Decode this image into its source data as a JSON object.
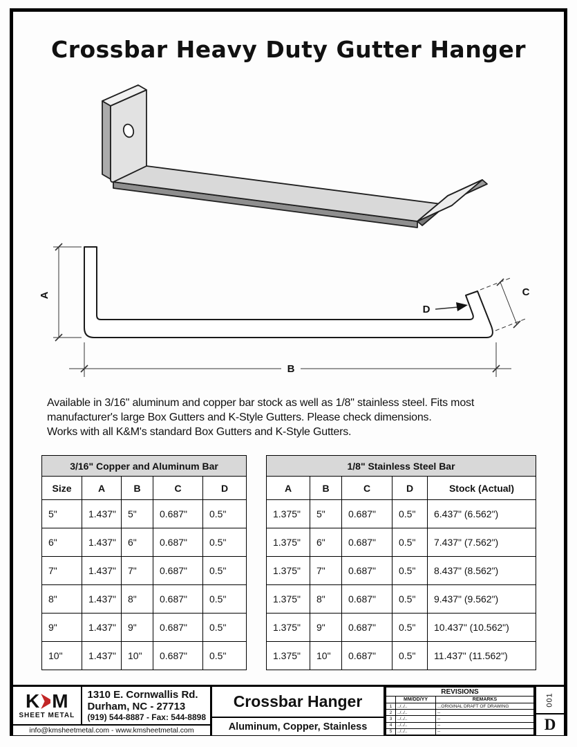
{
  "title": "Crossbar Heavy Duty Gutter Hanger",
  "description": {
    "line1": "Available in 3/16\" aluminum and copper bar stock as well as 1/8\" stainless steel. Fits most",
    "line2": "manufacturer's large Box Gutters and K-Style Gutters. Please check dimensions.",
    "line3": "Works with all K&M's standard Box Gutters and K-Style Gutters."
  },
  "profile": {
    "dims": {
      "a": "A",
      "b": "B",
      "c": "C",
      "d": "D"
    }
  },
  "tables": {
    "copper_aluminum": {
      "title": "3/16\" Copper and Aluminum Bar",
      "headers": [
        "Size",
        "A",
        "B",
        "C",
        "D"
      ],
      "rows": [
        [
          "5\"",
          "1.437\"",
          "5\"",
          "0.687\"",
          "0.5\""
        ],
        [
          "6\"",
          "1.437\"",
          "6\"",
          "0.687\"",
          "0.5\""
        ],
        [
          "7\"",
          "1.437\"",
          "7\"",
          "0.687\"",
          "0.5\""
        ],
        [
          "8\"",
          "1.437\"",
          "8\"",
          "0.687\"",
          "0.5\""
        ],
        [
          "9\"",
          "1.437\"",
          "9\"",
          "0.687\"",
          "0.5\""
        ],
        [
          "10\"",
          "1.437\"",
          "10\"",
          "0.687\"",
          "0.5\""
        ]
      ]
    },
    "stainless": {
      "title": "1/8\" Stainless Steel Bar",
      "headers": [
        "A",
        "B",
        "C",
        "D",
        "Stock (Actual)"
      ],
      "rows": [
        [
          "1.375\"",
          "5\"",
          "0.687\"",
          "0.5\"",
          "6.437\" (6.562\")"
        ],
        [
          "1.375\"",
          "6\"",
          "0.687\"",
          "0.5\"",
          "7.437\" (7.562\")"
        ],
        [
          "1.375\"",
          "7\"",
          "0.687\"",
          "0.5\"",
          "8.437\" (8.562\")"
        ],
        [
          "1.375\"",
          "8\"",
          "0.687\"",
          "0.5\"",
          "9.437\" (9.562\")"
        ],
        [
          "1.375\"",
          "9\"",
          "0.687\"",
          "0.5\"",
          "10.437\" (10.562\")"
        ],
        [
          "1.375\"",
          "10\"",
          "0.687\"",
          "0.5\"",
          "11.437\" (11.562\")"
        ]
      ]
    }
  },
  "footer": {
    "logo": {
      "k": "K",
      "m": "M",
      "sub": "SHEET METAL"
    },
    "address1": "1310 E. Cornwallis Rd.",
    "address2": "Durham, NC - 27713",
    "phone": "(919) 544-8887 - Fax: 544-8898",
    "email_web": "info@kmsheetmetal.com - www.kmsheetmetal.com",
    "doc_title": "Crossbar Hanger",
    "doc_subtitle": "Aluminum, Copper, Stainless",
    "revisions": {
      "title": "REVISIONS",
      "headers": [
        "",
        "MM/DD/YY",
        "REMARKS"
      ],
      "rows": [
        [
          "1",
          "../../..",
          "...ORIGINAL DRAFT OF DRAWING"
        ],
        [
          "2",
          "../../..",
          "--"
        ],
        [
          "3",
          "../../..",
          "--"
        ],
        [
          "4",
          "../../..",
          "--"
        ],
        [
          "5",
          "../../..",
          "--"
        ]
      ]
    },
    "sheet_number": "001",
    "sheet_size": "D"
  }
}
